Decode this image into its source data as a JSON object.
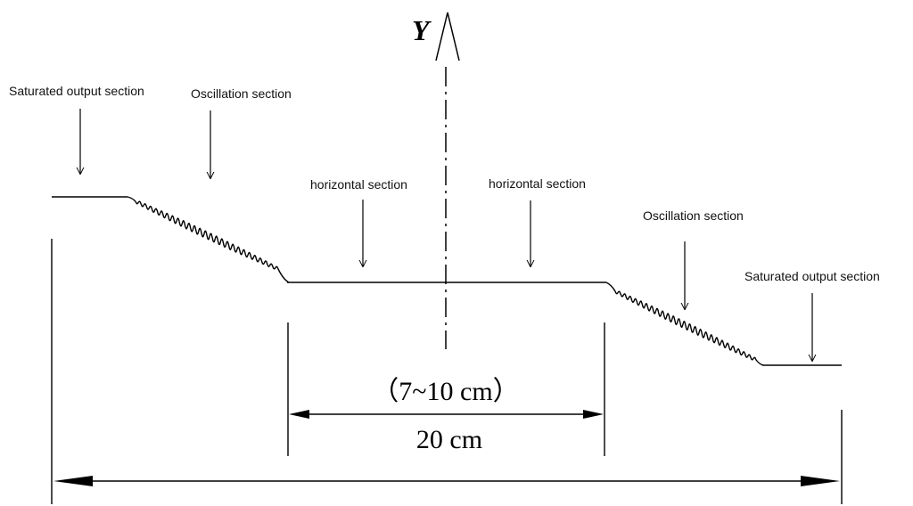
{
  "labels": {
    "saturated_left": "Saturated output section",
    "oscillation_left": "Oscillation section",
    "horizontal_left": "horizontal section",
    "horizontal_right": "horizontal section",
    "oscillation_right": "Oscillation section",
    "saturated_right": "Saturated output section"
  },
  "axis": {
    "label": "Y"
  },
  "dimensions": {
    "inner_range": "（7~10 cm）",
    "inner_length": "20 cm"
  },
  "colors": {
    "line": "#000000",
    "background": "#ffffff"
  }
}
